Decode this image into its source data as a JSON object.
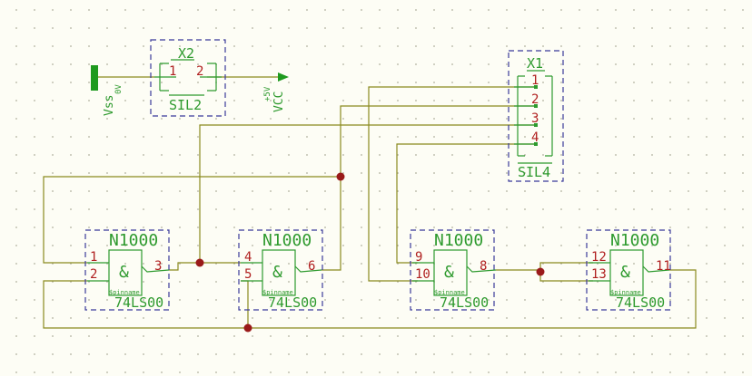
{
  "parts": {
    "x2": {
      "ref": "X2",
      "value": "SIL2",
      "pin1": "1",
      "pin2": "2"
    },
    "x1": {
      "ref": "X1",
      "value": "SIL4",
      "pins": [
        "1",
        "2",
        "3",
        "4"
      ]
    },
    "gates": [
      {
        "ref": "N1000",
        "value": "74LS00",
        "symbol": "&",
        "label": "$pinname",
        "in1": "1",
        "in2": "2",
        "out": "3"
      },
      {
        "ref": "N1000",
        "value": "74LS00",
        "symbol": "&",
        "label": "$pinname",
        "in1": "4",
        "in2": "5",
        "out": "6"
      },
      {
        "ref": "N1000",
        "value": "74LS00",
        "symbol": "&",
        "label": "$pinname",
        "in1": "9",
        "in2": "10",
        "out": "8"
      },
      {
        "ref": "N1000",
        "value": "74LS00",
        "symbol": "&",
        "label": "$pinname",
        "in1": "12",
        "in2": "13",
        "out": "11"
      }
    ]
  },
  "power": {
    "vss": {
      "name": "Vss",
      "voltage": "0V"
    },
    "vcc": {
      "name": "VCC",
      "voltage": "+5V"
    }
  },
  "colors": {
    "wire": "#8a8a1e",
    "symbol": "#2e9a2e",
    "frame": "#3a3a9a",
    "junction": "#9a1a1a",
    "pin_number": "#b02020"
  }
}
